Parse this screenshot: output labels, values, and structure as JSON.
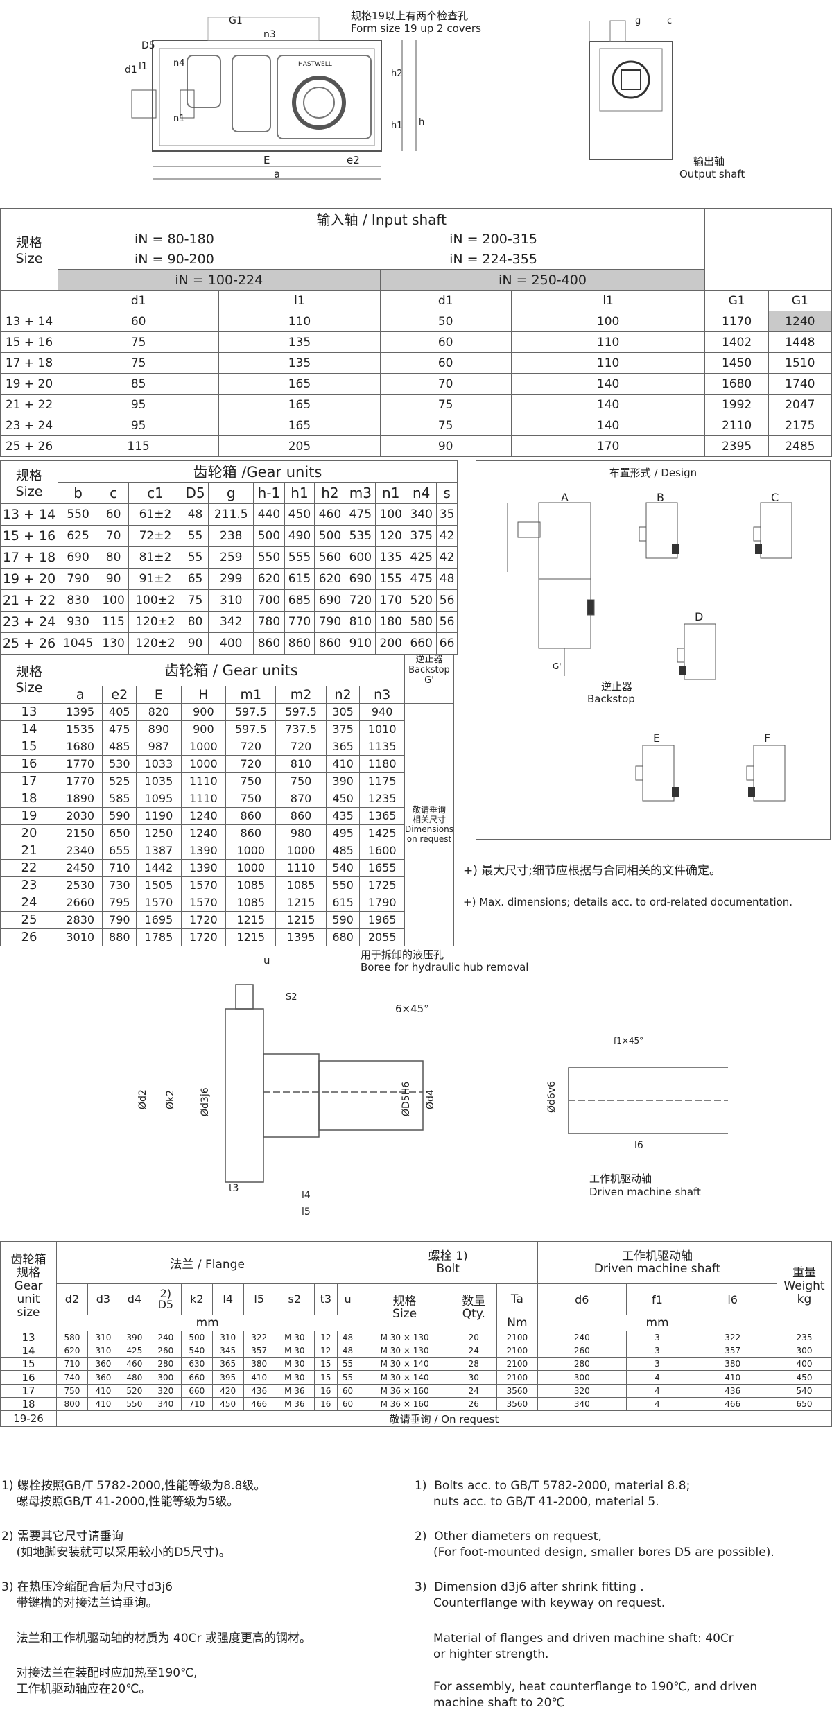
{
  "top_drawing": {
    "note_cn": "规格19以上有两个检查孔",
    "note_en": "Form size 19 up 2 covers",
    "brand": "HASTWELL",
    "output_cn": "输出轴",
    "output_en": "Output shaft",
    "dims": {
      "g1": "G1",
      "n3": "n3",
      "h1": "h1",
      "h2": "h2",
      "h": "h",
      "n1": "n1",
      "n4": "n4",
      "E": "E",
      "e2": "e2",
      "a": "a",
      "D5": "D5",
      "d1": "d1",
      "l1": "l1",
      "g": "g",
      "c": "c"
    }
  },
  "table1": {
    "title": "输入轴 / Input shaft",
    "size_label": "规格\nSize",
    "left_ratios": [
      "iN = 80-180",
      "iN = 90-200",
      "iN = 100-224"
    ],
    "right_ratios": [
      "iN = 200-315",
      "iN = 224-355",
      "iN = 250-400"
    ],
    "cols": [
      "d1",
      "l1",
      "d1",
      "l1",
      "G1",
      "G1"
    ],
    "rows": [
      [
        "13 + 14",
        "60",
        "110",
        "50",
        "100",
        "1170",
        "1240"
      ],
      [
        "15 + 16",
        "75",
        "135",
        "60",
        "110",
        "1402",
        "1448"
      ],
      [
        "17 + 18",
        "75",
        "135",
        "60",
        "110",
        "1450",
        "1510"
      ],
      [
        "19 + 20",
        "85",
        "165",
        "70",
        "140",
        "1680",
        "1740"
      ],
      [
        "21 + 22",
        "95",
        "165",
        "75",
        "140",
        "1992",
        "2047"
      ],
      [
        "23 + 24",
        "95",
        "165",
        "75",
        "140",
        "2110",
        "2175"
      ],
      [
        "25 + 26",
        "115",
        "205",
        "90",
        "170",
        "2395",
        "2485"
      ]
    ]
  },
  "table2": {
    "title": "齿轮箱 /Gear units",
    "size_label": "规格\nSize",
    "cols": [
      "b",
      "c",
      "c1",
      "D5",
      "g",
      "h-1",
      "h1",
      "h2",
      "m3",
      "n1",
      "n4",
      "s"
    ],
    "rows": [
      [
        "13 + 14",
        "550",
        "60",
        "61±2",
        "48",
        "211.5",
        "440",
        "450",
        "460",
        "475",
        "100",
        "340",
        "35"
      ],
      [
        "15 + 16",
        "625",
        "70",
        "72±2",
        "55",
        "238",
        "500",
        "490",
        "500",
        "535",
        "120",
        "375",
        "42"
      ],
      [
        "17 + 18",
        "690",
        "80",
        "81±2",
        "55",
        "259",
        "550",
        "555",
        "560",
        "600",
        "135",
        "425",
        "42"
      ],
      [
        "19 + 20",
        "790",
        "90",
        "91±2",
        "65",
        "299",
        "620",
        "615",
        "620",
        "690",
        "155",
        "475",
        "48"
      ],
      [
        "21 + 22",
        "830",
        "100",
        "100±2",
        "75",
        "310",
        "700",
        "685",
        "690",
        "720",
        "170",
        "520",
        "56"
      ],
      [
        "23 + 24",
        "930",
        "115",
        "120±2",
        "80",
        "342",
        "780",
        "770",
        "790",
        "810",
        "180",
        "580",
        "56"
      ],
      [
        "25 + 26",
        "1045",
        "130",
        "120±2",
        "90",
        "400",
        "860",
        "860",
        "860",
        "910",
        "200",
        "660",
        "66"
      ]
    ]
  },
  "table3": {
    "title": "齿轮箱 / Gear units",
    "size_label": "规格\nSize",
    "backstop": "逆止器\nBackstop\nG'",
    "on_request": "敬请垂询\n相关尺寸\nDimensions\non request",
    "cols": [
      "a",
      "e2",
      "E",
      "H",
      "m1",
      "m2",
      "n2",
      "n3"
    ],
    "rows": [
      [
        "13",
        "1395",
        "405",
        "820",
        "900",
        "597.5",
        "597.5",
        "305",
        "940"
      ],
      [
        "14",
        "1535",
        "475",
        "890",
        "900",
        "597.5",
        "737.5",
        "375",
        "1010"
      ],
      [
        "15",
        "1680",
        "485",
        "987",
        "1000",
        "720",
        "720",
        "365",
        "1135"
      ],
      [
        "16",
        "1770",
        "530",
        "1033",
        "1000",
        "720",
        "810",
        "410",
        "1180"
      ],
      [
        "17",
        "1770",
        "525",
        "1035",
        "1110",
        "750",
        "750",
        "390",
        "1175"
      ],
      [
        "18",
        "1890",
        "585",
        "1095",
        "1110",
        "750",
        "870",
        "450",
        "1235"
      ],
      [
        "19",
        "2030",
        "590",
        "1190",
        "1240",
        "860",
        "860",
        "435",
        "1365"
      ],
      [
        "20",
        "2150",
        "650",
        "1250",
        "1240",
        "860",
        "980",
        "495",
        "1425"
      ],
      [
        "21",
        "2340",
        "655",
        "1387",
        "1390",
        "1000",
        "1000",
        "485",
        "1600"
      ],
      [
        "22",
        "2450",
        "710",
        "1442",
        "1390",
        "1000",
        "1110",
        "540",
        "1655"
      ],
      [
        "23",
        "2530",
        "730",
        "1505",
        "1570",
        "1085",
        "1085",
        "550",
        "1725"
      ],
      [
        "24",
        "2660",
        "795",
        "1570",
        "1570",
        "1085",
        "1215",
        "615",
        "1790"
      ],
      [
        "25",
        "2830",
        "790",
        "1695",
        "1720",
        "1215",
        "1215",
        "590",
        "1965"
      ],
      [
        "26",
        "3010",
        "880",
        "1785",
        "1720",
        "1215",
        "1395",
        "680",
        "2055"
      ]
    ]
  },
  "design": {
    "title": "布置形式 / Design",
    "labels": [
      "A",
      "B",
      "C",
      "D",
      "E",
      "F"
    ],
    "backstop_cn": "逆止器",
    "backstop_en": "Backstop",
    "g_label": "G'"
  },
  "notes_right": {
    "cn": "+) 最大尺寸;细节应根据与合同相关的文件确定。",
    "en": "+) Max. dimensions; details acc. to ord-related documentation."
  },
  "flange_drawing": {
    "bore_cn": "用于拆卸的液压孔",
    "bore_en": "Boree for hydraulic hub removal",
    "chamfer": "6×45°",
    "chamfer2": "f1×45°",
    "driven_cn": "工作机驱动轴",
    "driven_en": "Driven machine shaft",
    "dims": {
      "u": "u",
      "s2": "S2",
      "d2": "Ød2",
      "k2": "Øk2",
      "d3": "Ød3j6",
      "d5": "ØD5H6",
      "d4": "Ød4",
      "t3": "t3",
      "l4": "l4",
      "l5": "l5",
      "d6": "Ød6v6",
      "l6": "l6"
    }
  },
  "table4": {
    "col_gear": "齿轮箱\n规格\nGear\nunit\nsize",
    "flange": "法兰 / Flange",
    "bolt": "螺栓 1)\nBolt",
    "driven": "工作机驱动轴\nDriven machine shaft",
    "weight": "重量\nWeight\nkg",
    "flange_cols": [
      "d2",
      "d3",
      "d4",
      "2)\nD5",
      "k2",
      "l4",
      "l5",
      "s2",
      "t3",
      "u"
    ],
    "mm": "mm",
    "bolt_size": "规格\nSize",
    "qty": "数量\nQty.",
    "ta": "Ta",
    "nm": "Nm",
    "driven_cols": [
      "d6",
      "f1",
      "l6"
    ],
    "rows": [
      [
        "13",
        "580",
        "310",
        "390",
        "240",
        "500",
        "310",
        "322",
        "M 30",
        "12",
        "48",
        "M 30 × 130",
        "20",
        "2100",
        "240",
        "3",
        "322",
        "235"
      ],
      [
        "14",
        "620",
        "310",
        "425",
        "260",
        "540",
        "345",
        "357",
        "M 30",
        "12",
        "48",
        "M 30 × 130",
        "24",
        "2100",
        "260",
        "3",
        "357",
        "300"
      ],
      [
        "15",
        "710",
        "360",
        "460",
        "280",
        "630",
        "365",
        "380",
        "M 30",
        "15",
        "55",
        "M 30 × 140",
        "28",
        "2100",
        "280",
        "3",
        "380",
        "400"
      ],
      [
        "16",
        "740",
        "360",
        "480",
        "300",
        "660",
        "395",
        "410",
        "M 30",
        "15",
        "55",
        "M 30 × 140",
        "30",
        "2100",
        "300",
        "4",
        "410",
        "450"
      ],
      [
        "17",
        "750",
        "410",
        "520",
        "320",
        "660",
        "420",
        "436",
        "M 36",
        "16",
        "60",
        "M 36 × 160",
        "24",
        "3560",
        "320",
        "4",
        "436",
        "540"
      ],
      [
        "18",
        "800",
        "410",
        "550",
        "340",
        "710",
        "450",
        "466",
        "M 36",
        "16",
        "60",
        "M 36 × 160",
        "26",
        "3560",
        "340",
        "4",
        "466",
        "650"
      ]
    ],
    "last_size": "19-26",
    "last_text": "敬请垂询  / On request"
  },
  "footnotes": {
    "cn": [
      "1) 螺栓按照GB/T 5782-2000,性能等级为8.8级。\n    螺母按照GB/T 41-2000,性能等级为5级。",
      "2) 需要其它尺寸请垂询\n    (如地脚安装就可以采用较小的D5尺寸)。",
      "3) 在热压冷缩配合后为尺寸d3j6\n    带键槽的对接法兰请垂询。",
      "    法兰和工作机驱动轴的材质为 40Cr 或强度更高的钢材。",
      "    对接法兰在装配时应加热至190℃,\n    工作机驱动轴应在20℃。"
    ],
    "en": [
      "1)  Bolts acc. to GB/T 5782-2000, material 8.8;\n     nuts acc. to GB/T 41-2000, material 5.",
      "2)  Other diameters on request,\n     (For foot-mounted design, smaller bores D5 are possible).",
      "3)  Dimension d3j6 after shrink fitting .\n     Counterflange with keyway on request.",
      "     Material of flanges and driven machine shaft: 40Cr\n     or highter strength.",
      "     For assembly, heat counterflange to 190℃, and driven\n     machine shaft to 20℃"
    ]
  }
}
